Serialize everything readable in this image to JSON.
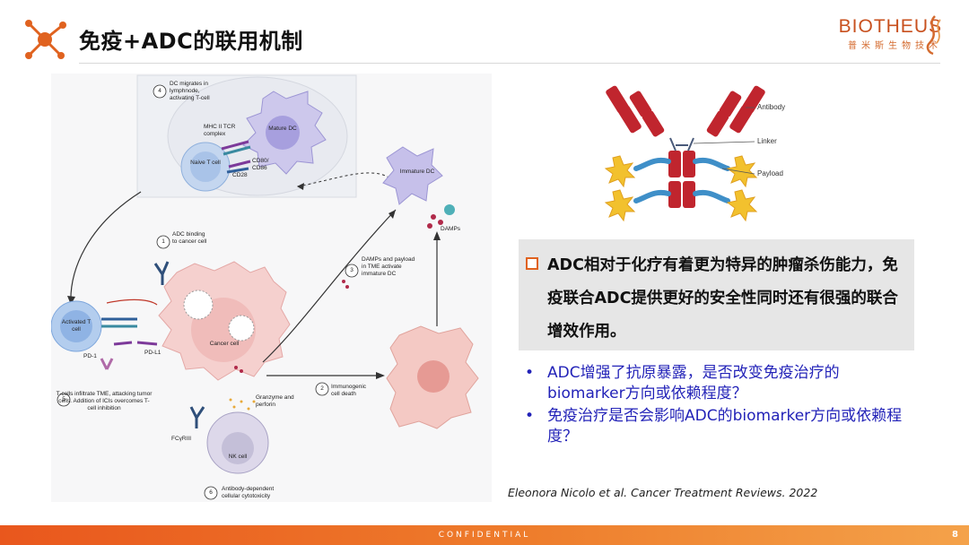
{
  "header": {
    "title": "免疫+ADC的联用机制",
    "brand_name": "BIOTHEUS",
    "brand_sub": "普米斯生物技术",
    "logo_icon": "molecule-network-icon",
    "accent_color": "#e0621f"
  },
  "figure": {
    "step4": "DC migrates in lymphnode, activating T-cell",
    "mhc_tcr": "MHC II TCR complex",
    "mature_dc": "Mature DC",
    "naive_tcell": "Naive T cell",
    "cd80": "CD80/ CD86",
    "cd28": "CD28",
    "immature_dc": "Immature DC",
    "damps": "DAMPs",
    "step1": "ADC binding to cancer cell",
    "step3": "DAMPs and payload in TME activate immature DC",
    "activated_tcell": "Activated T cell",
    "pd1": "PD-1",
    "pdl1": "PD-L1",
    "cancer_cell": "Cancer cell",
    "step2": "Immunogenic cell death",
    "step5": "T-cells infiltrate TME, attacking tumor cells. Addition of ICIs overcomes T-cell inhibition",
    "granzyme": "Granzyme and perforin",
    "fcgr": "FCγRIII",
    "nk_cell": "NK cell",
    "step6": "Antibody-dependent cellular cytotoxicity",
    "n1": "1",
    "n2": "2",
    "n3": "3",
    "n4": "4",
    "n5": "5",
    "n6": "6"
  },
  "adc_diagram": {
    "antibody": "Antibody",
    "linker": "Linker",
    "payload": "Payload"
  },
  "gray_box": {
    "text": "ADC相对于化疗有着更为特异的肿瘤杀伤能力，免疫联合ADC提供更好的安全性同时还有很强的联合增效作用。"
  },
  "bullets": [
    {
      "marker": "•",
      "text": "ADC增强了抗原暴露，是否改变免疫治疗的biomarker方向或依赖程度？"
    },
    {
      "marker": "•",
      "text": "免疫治疗是否会影响ADC的biomarker方向或依赖程度？"
    }
  ],
  "citation": "Eleonora Nicolo et al. Cancer Treatment Reviews. 2022",
  "footer": {
    "label": "CONFIDENTIAL",
    "page": "8"
  }
}
